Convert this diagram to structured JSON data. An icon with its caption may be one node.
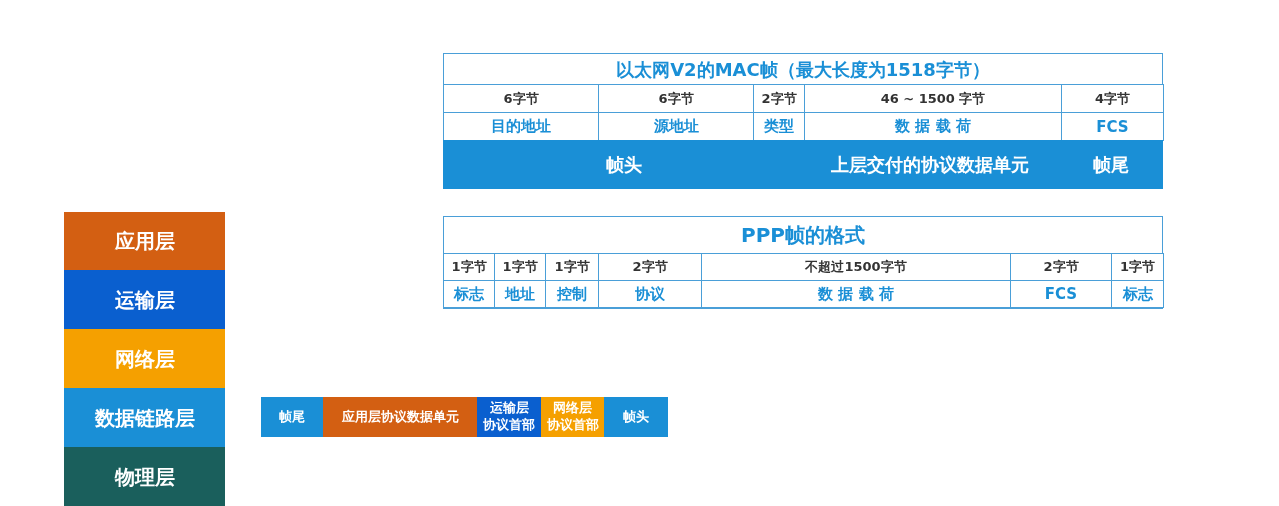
{
  "diagram": {
    "nodes": [
      {
        "text": [
          "应用层"
        ]
      },
      {
        "text": [
          "运输层"
        ]
      },
      {
        "text": [
          "网络层"
        ]
      },
      {
        "text": [
          "数据链路层"
        ]
      },
      {
        "text": [
          "物理层"
        ]
      },
      {
        "text": [
          "帧尾"
        ]
      },
      {
        "text": [
          "应用层协议数据单元"
        ]
      },
      {
        "text": [
          "运输层",
          "协议首部"
        ]
      },
      {
        "text": [
          "网络层",
          "协议首部"
        ]
      },
      {
        "text": [
          "帧头"
        ]
      },
      {
        "text": [
          "以太网V2的MAC帧（最大长度为1518字节）"
        ]
      },
      {
        "text": [
          "6字节"
        ],
        "in": 10
      },
      {
        "text": [
          "6字节"
        ],
        "in": 10
      },
      {
        "text": [
          "2字节"
        ],
        "in": 10
      },
      {
        "text": [
          "46 ~ 1500 字节"
        ],
        "in": 10
      },
      {
        "text": [
          "4字节"
        ],
        "in": 10
      },
      {
        "text": [
          "目的地址"
        ],
        "in": 10
      },
      {
        "text": [
          "源地址"
        ],
        "in": 10
      },
      {
        "text": [
          "类型"
        ],
        "in": 10
      },
      {
        "text": [
          "数 据 载 荷"
        ],
        "in": 10
      },
      {
        "text": [
          "FCS"
        ],
        "in": 10
      },
      {
        "text": [
          "帧头",
          "上层交付的协议数据单元",
          "帧尾"
        ],
        "in": 10
      },
      {
        "text": [
          "PPP帧的格式"
        ]
      },
      {
        "text": [
          "1字节"
        ],
        "in": 22
      },
      {
        "text": [
          "1字节"
        ],
        "in": 22
      },
      {
        "text": [
          "1字节"
        ],
        "in": 22
      },
      {
        "text": [
          "2字节"
        ],
        "in": 22
      },
      {
        "text": [
          "不超过1500字节"
        ],
        "in": 22
      },
      {
        "text": [
          "2字节"
        ],
        "in": 22
      },
      {
        "text": [
          "1字节"
        ],
        "in": 22
      },
      {
        "text": [
          "标志"
        ],
        "in": 22
      },
      {
        "text": [
          "地址"
        ],
        "in": 22
      },
      {
        "text": [
          "控制"
        ],
        "in": 22
      },
      {
        "text": [
          "协议"
        ],
        "in": 22
      },
      {
        "text": [
          "数 据 载 荷"
        ],
        "in": 22
      },
      {
        "text": [
          "FCS"
        ],
        "in": 22
      },
      {
        "text": [
          "标志"
        ],
        "in": 22
      }
    ],
    "edges": []
  }
}
